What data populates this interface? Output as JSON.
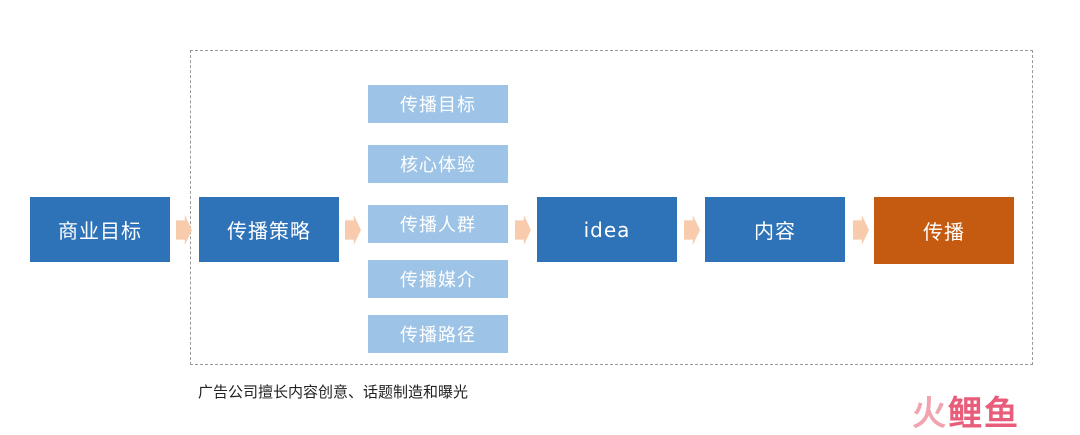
{
  "main_flow": {
    "goal": "商业目标",
    "strategy": "传播策略",
    "idea": "idea",
    "content": "内容",
    "spread": "传播"
  },
  "strategy_items": [
    "传播目标",
    "核心体验",
    "传播人群",
    "传播媒介",
    "传播路径"
  ],
  "caption": "广告公司擅长内容创意、话题制造和曝光",
  "watermark": [
    "火",
    "鲤",
    "鱼"
  ],
  "colors": {
    "primary_box": "#2e73b8",
    "final_box": "#c55a11",
    "sub_box": "#9dc3e6",
    "arrow": "#f8cbad"
  }
}
